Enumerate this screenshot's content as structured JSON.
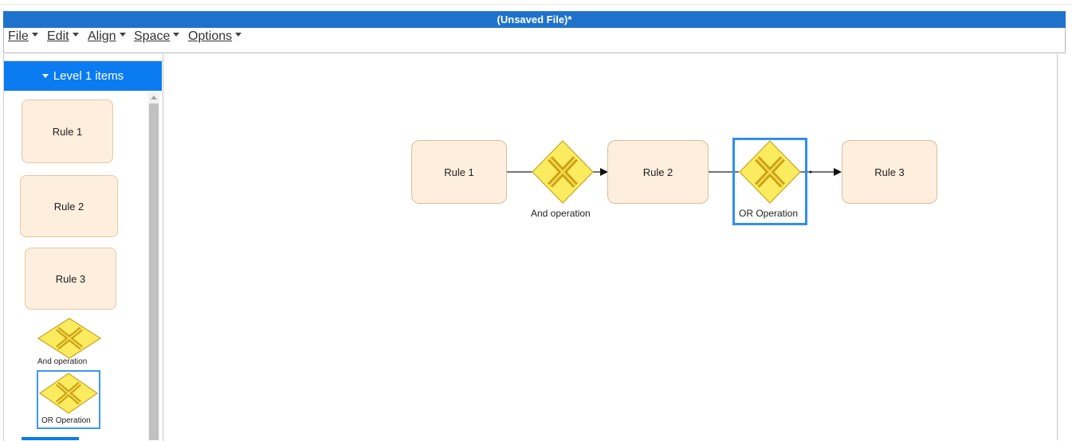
{
  "window": {
    "title": "(Unsaved File)*"
  },
  "menu": {
    "items": [
      {
        "label": "File"
      },
      {
        "label": "Edit"
      },
      {
        "label": "Align"
      },
      {
        "label": "Space"
      },
      {
        "label": "Options"
      }
    ]
  },
  "sidebar": {
    "header": "Level 1 items",
    "items": [
      {
        "label": "Rule 1",
        "type": "rule"
      },
      {
        "label": "Rule 2",
        "type": "rule"
      },
      {
        "label": "Rule 3",
        "type": "rule"
      },
      {
        "label": "And operation",
        "type": "gateway"
      },
      {
        "label": "OR Operation",
        "type": "gateway",
        "selected": true
      }
    ]
  },
  "canvas": {
    "nodes": [
      {
        "label": "Rule 1",
        "type": "rule"
      },
      {
        "label": "And operation",
        "type": "gateway"
      },
      {
        "label": "Rule 2",
        "type": "rule"
      },
      {
        "label": "OR Operation",
        "type": "gateway",
        "selected": true
      },
      {
        "label": "Rule 3",
        "type": "rule"
      }
    ]
  },
  "colors": {
    "title_bar": "#1f72cc",
    "sidebar_header": "#0a7bf0",
    "rule_fill": "#fdeedd",
    "gateway_fill": "#fbeb5e",
    "gateway_cross": "#c9a017",
    "selection": "#2e8ff0"
  },
  "icons": {
    "menu_caret": "caret-down-icon",
    "gateway": "exclusive-gateway-icon",
    "arrow": "arrow-right-icon"
  }
}
